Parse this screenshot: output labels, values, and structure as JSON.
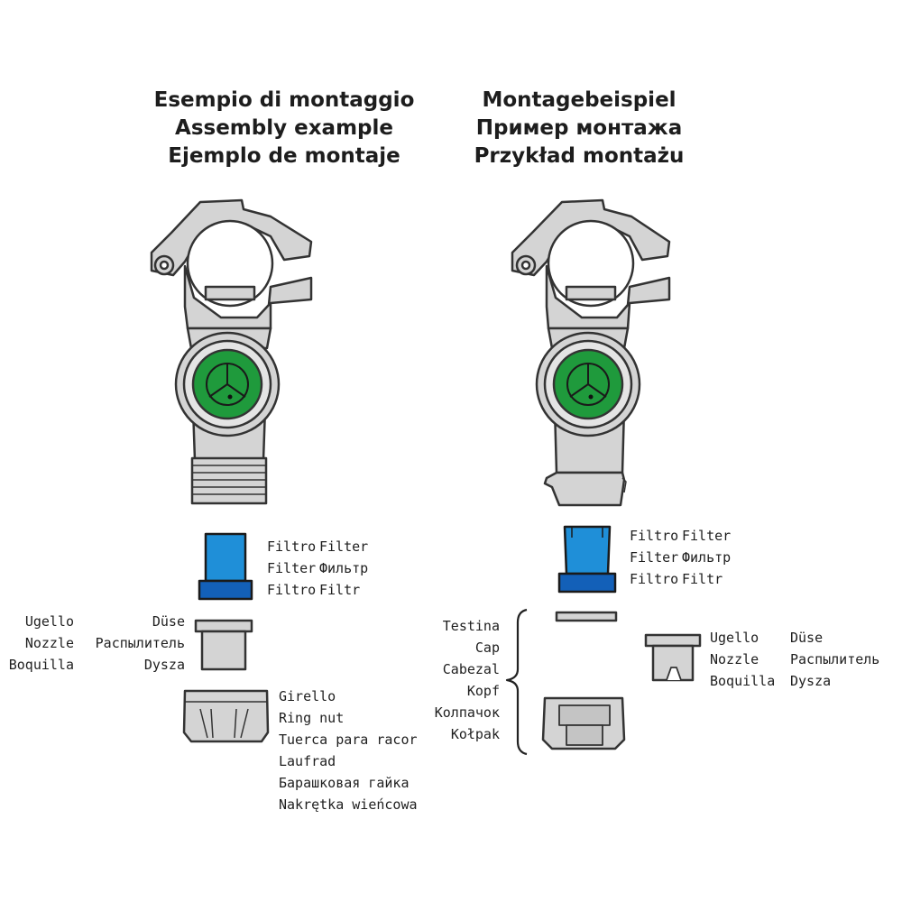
{
  "titles": {
    "left": [
      "Esempio di montaggio",
      "Assembly example",
      "Ejemplo de montaje"
    ],
    "right": [
      "Montagebeispiel",
      "Пример монтажа",
      "Przykład montażu"
    ]
  },
  "left_parts": {
    "filter_a": [
      "Filtro",
      "Filter",
      "Filtro"
    ],
    "filter_b": [
      "Filter",
      "Фильтр",
      "Filtr"
    ],
    "nozzle_a": [
      "Ugello",
      "Nozzle",
      "Boquilla"
    ],
    "nozzle_b": [
      "Düse",
      "Распылитель",
      "Dysza"
    ],
    "ringnut": [
      "Girello",
      "Ring nut",
      "Tuerca para racor",
      "Laufrad",
      "Барашковая гайка",
      "Nakrętka wieńcowa"
    ]
  },
  "right_parts": {
    "filter_a": [
      "Filtro",
      "Filter",
      "Filtro"
    ],
    "filter_b": [
      "Filter",
      "Фильтр",
      "Filtr"
    ],
    "cap": [
      "Testina",
      "Cap",
      "Cabezal",
      "Kopf",
      "Колпачок",
      "Kołpak"
    ],
    "nozzle_a": [
      "Ugello",
      "Nozzle",
      "Boquilla"
    ],
    "nozzle_b": [
      "Düse",
      "Распылитель",
      "Dysza"
    ]
  },
  "colors": {
    "body_fill": "#d4d4d4",
    "outline": "#333333",
    "nozzle_green": "#1f9a3c",
    "filter_blue": "#1f8fd8",
    "filter_base": "#1360b8"
  }
}
